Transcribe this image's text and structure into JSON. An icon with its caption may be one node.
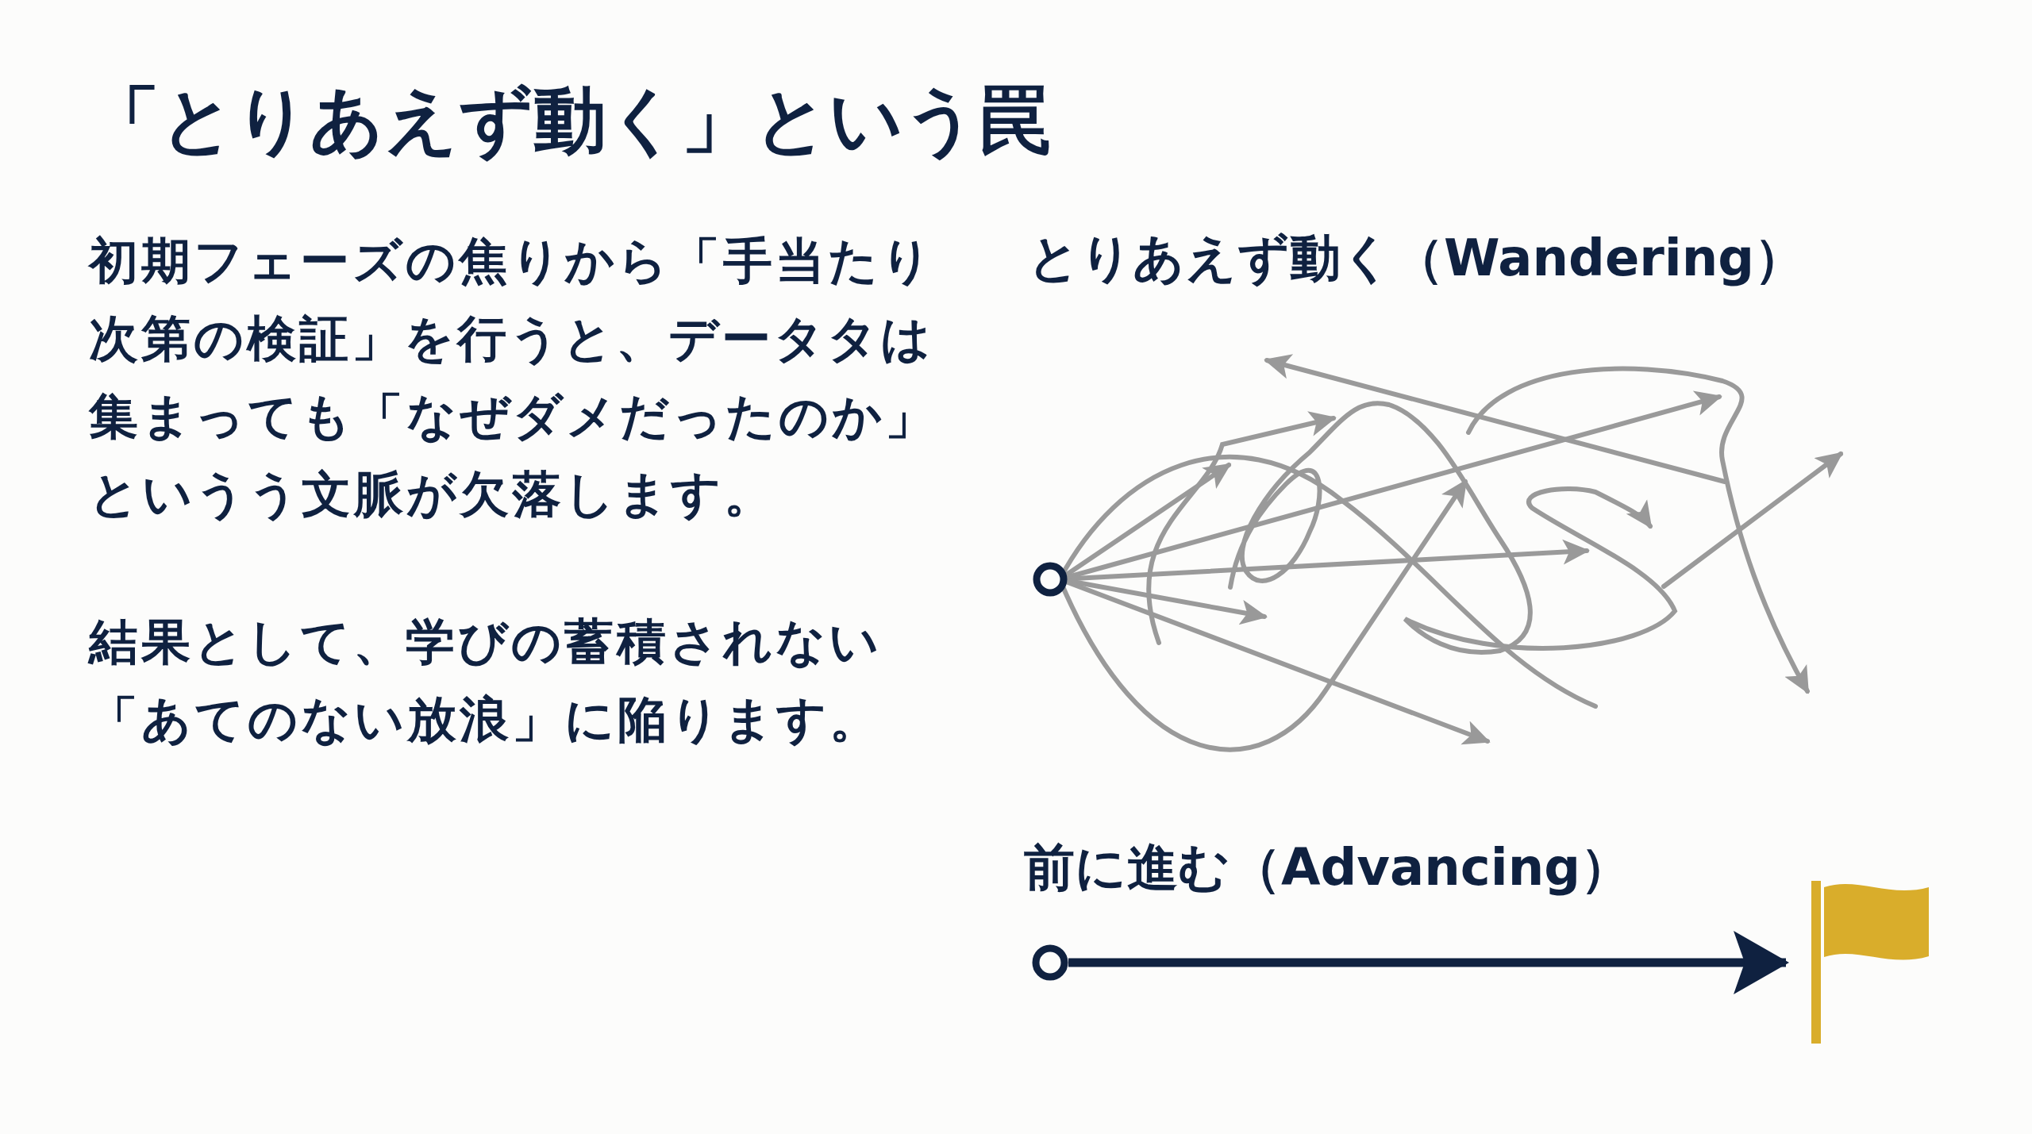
{
  "diagram": {
    "title": "「とりあえず動く」という罠",
    "nodes": [
      {
        "text": [],
        "shape": "circle"
      },
      {
        "text": [],
        "shape": "flag"
      }
    ],
    "edges": [
      {
        "from": 0,
        "to": 1,
        "arrow": "to"
      }
    ],
    "labels": [
      "初期フェーズの焦りから「手当たり次第の検証」を行うと、データタは集まっても「なぜダメだったのか」というう文脈が欠落します。",
      "結果として、学びの蓄積されない「あてのない放浪」に陥ります。",
      "とりあえず動く（Wandering）",
      "前に進む（Advancing）"
    ]
  }
}
